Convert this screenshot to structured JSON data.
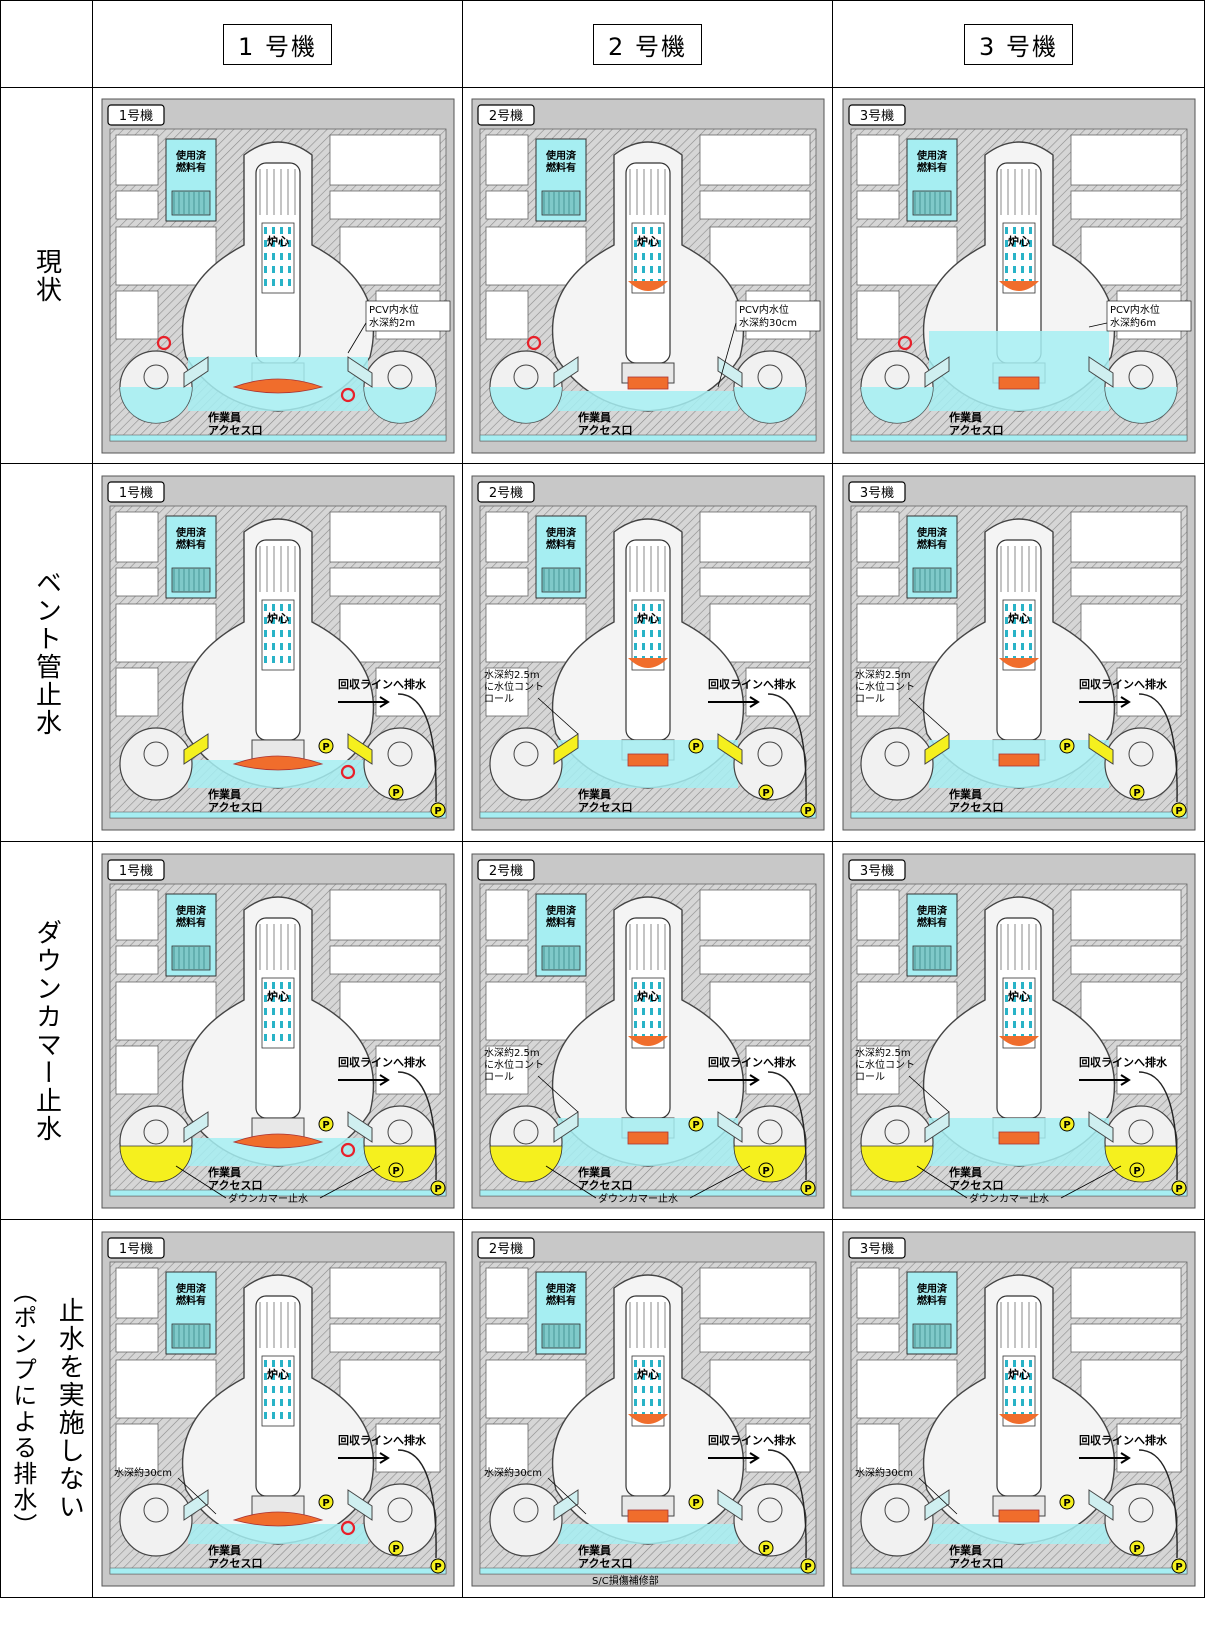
{
  "header": {
    "columns": [
      "1 号機",
      "2 号機",
      "3 号機"
    ]
  },
  "rows": [
    {
      "label": "現状"
    },
    {
      "label": "ベント管止水"
    },
    {
      "label": "ダウンカマー止水"
    },
    {
      "label_main": "止水を実施しない",
      "label_sub": "（ポンプによる排水）"
    }
  ],
  "diagram_labels": {
    "unit_tags": [
      "1号機",
      "2号機",
      "3号機"
    ],
    "spent_fuel_line1": "使用済",
    "spent_fuel_line2": "燃料有",
    "core": "炉心",
    "access_line1": "作業員",
    "access_line2": "アクセス口",
    "pcv_level_title": "PCV内水位",
    "pcv_depth_unit1": "水深約2m",
    "pcv_depth_unit2": "水深約30cm",
    "pcv_depth_unit3": "水深約6m",
    "drain_to_recovery": "回収ラインへ排水",
    "control_line1": "水深約2.5m",
    "control_line2": "に水位コント",
    "control_line3": "ロール",
    "downcomer_stop": "ダウンカマー止水",
    "depth_30cm": "水深約30cm",
    "sc_repair": "S/C損傷補修部",
    "pump": "P"
  },
  "colors": {
    "concrete": "#c8c8c8",
    "water": "#a6eef2",
    "debris": "#f06d2c",
    "plug": "#f5f01e",
    "leak_marker": "#e8202a"
  }
}
